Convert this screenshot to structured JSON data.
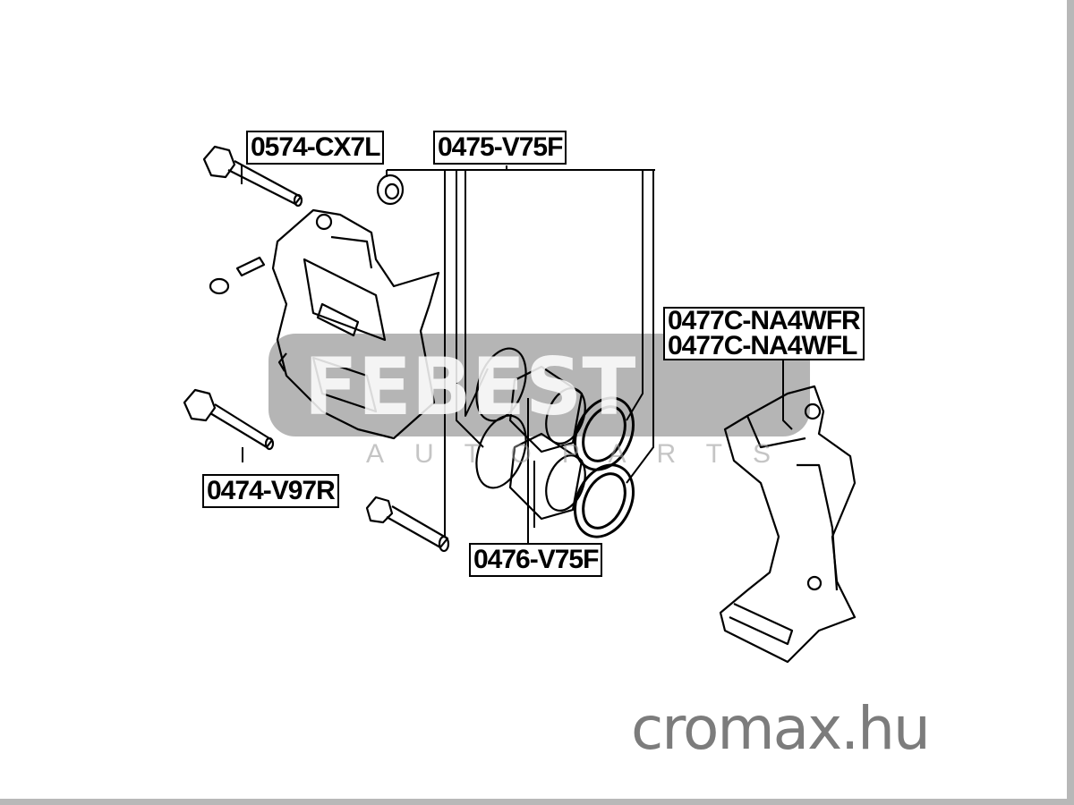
{
  "labels": {
    "bolt_upper": "0574-CX7L",
    "repair_kit": "0475-V75F",
    "bracket_right": "0477C-NA4WFR",
    "bracket_left": "0477C-NA4WFL",
    "bolt_lower": "0474-V97R",
    "piston": "0476-V75F"
  },
  "watermark": {
    "brand": "FEBEST",
    "sub": "AUTOPARTS"
  },
  "site": "cromax.hu",
  "colors": {
    "frame": "#b8b8b8",
    "watermark": "#a8a8a8",
    "site": "#7c7c7c"
  }
}
